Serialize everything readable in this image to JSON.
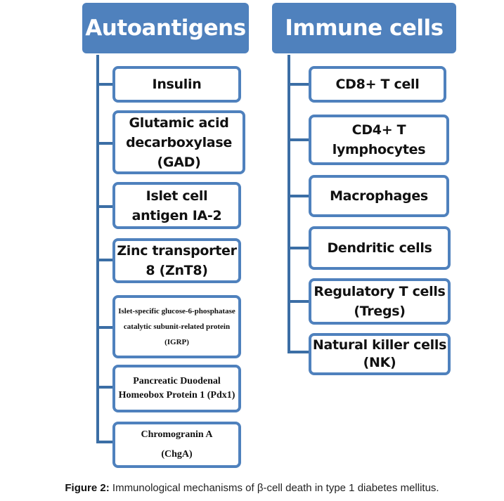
{
  "figure": {
    "left_column": {
      "header": "Autoantigens",
      "items": [
        "Insulin",
        "Glutamic acid decarboxylase (GAD)",
        "Islet cell antigen IA-2",
        "Zinc transporter 8 (ZnT8)",
        "Islet-specific glucose-6-phosphatase catalytic subunit-related protein (IGRP)",
        "Pancreatic Duodenal Homeobox Protein 1 (Pdx1)",
        "Chromogranin A (ChgA)"
      ]
    },
    "right_column": {
      "header": "Immune cells",
      "items": [
        "CD8+ T cell",
        "CD4+ T lymphocytes",
        "Macrophages",
        "Dendritic cells",
        "Regulatory T cells (Tregs)",
        "Natural killer cells (NK)"
      ]
    },
    "colors": {
      "header_fill": "#4f81bd",
      "box_border": "#4f81bd",
      "connector": "#3b6ea5"
    }
  },
  "caption": {
    "label": "Figure 2:",
    "text": " Immunological mechanisms of β-cell death in type 1 diabetes mellitus."
  }
}
